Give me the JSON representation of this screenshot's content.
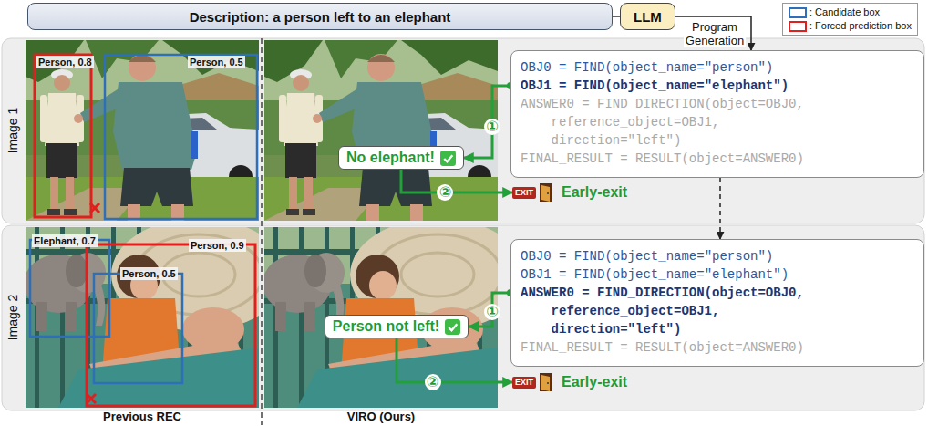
{
  "diagram": {
    "nodes": [
      {
        "text": [
          "Description: a person left to an elephant"
        ]
      },
      {
        "text": [
          "LLM"
        ]
      },
      {
        "text": [
          "OBJ0 = FIND(object_name=\"person\")",
          "OBJ1 = FIND(object_name=\"elephant\")",
          "ANSWER0 = FIND_DIRECTION(object=OBJ0, reference_object=OBJ1, direction=\"left\")",
          "FINAL_RESULT = RESULT(object=ANSWER0)"
        ]
      },
      {
        "text": [
          "No elephant!"
        ]
      },
      {
        "text": [
          "EXIT",
          "Early-exit"
        ]
      },
      {
        "text": [
          "OBJ0 = FIND(object_name=\"person\")",
          "OBJ1 = FIND(object_name=\"elephant\")",
          "ANSWER0 = FIND_DIRECTION(object=OBJ0, reference_object=OBJ1, direction=\"left\")",
          "FINAL_RESULT = RESULT(object=ANSWER0)"
        ]
      },
      {
        "text": [
          "Person not left!"
        ]
      },
      {
        "text": [
          "EXIT",
          "Early-exit"
        ]
      }
    ],
    "edges": [
      {
        "from": 0,
        "to": 1,
        "arrow": "none"
      },
      {
        "from": 1,
        "to": 2,
        "label": "Program Generation",
        "arrow": "to"
      },
      {
        "from": 2,
        "to": 3,
        "label": "①",
        "arrow": "to"
      },
      {
        "from": 3,
        "to": 4,
        "label": "②",
        "arrow": "to"
      },
      {
        "from": 2,
        "to": 5,
        "arrow": "to"
      },
      {
        "from": 5,
        "to": 6,
        "label": "①",
        "arrow": "to"
      },
      {
        "from": 6,
        "to": 7,
        "label": "②",
        "arrow": "to"
      }
    ],
    "labels": [
      "Image 1",
      "Person, 0.8",
      "Person, 0.5",
      "Image 2",
      "Elephant, 0.7",
      "Person, 0.9",
      "Person, 0.5",
      "Previous REC",
      "VIRO (Ours)"
    ],
    "legend": [
      {
        "text": ": Candidate box",
        "color": "#2f6fb8"
      },
      {
        "text": ": Forced prediction box",
        "color": "#e0201e"
      }
    ]
  }
}
